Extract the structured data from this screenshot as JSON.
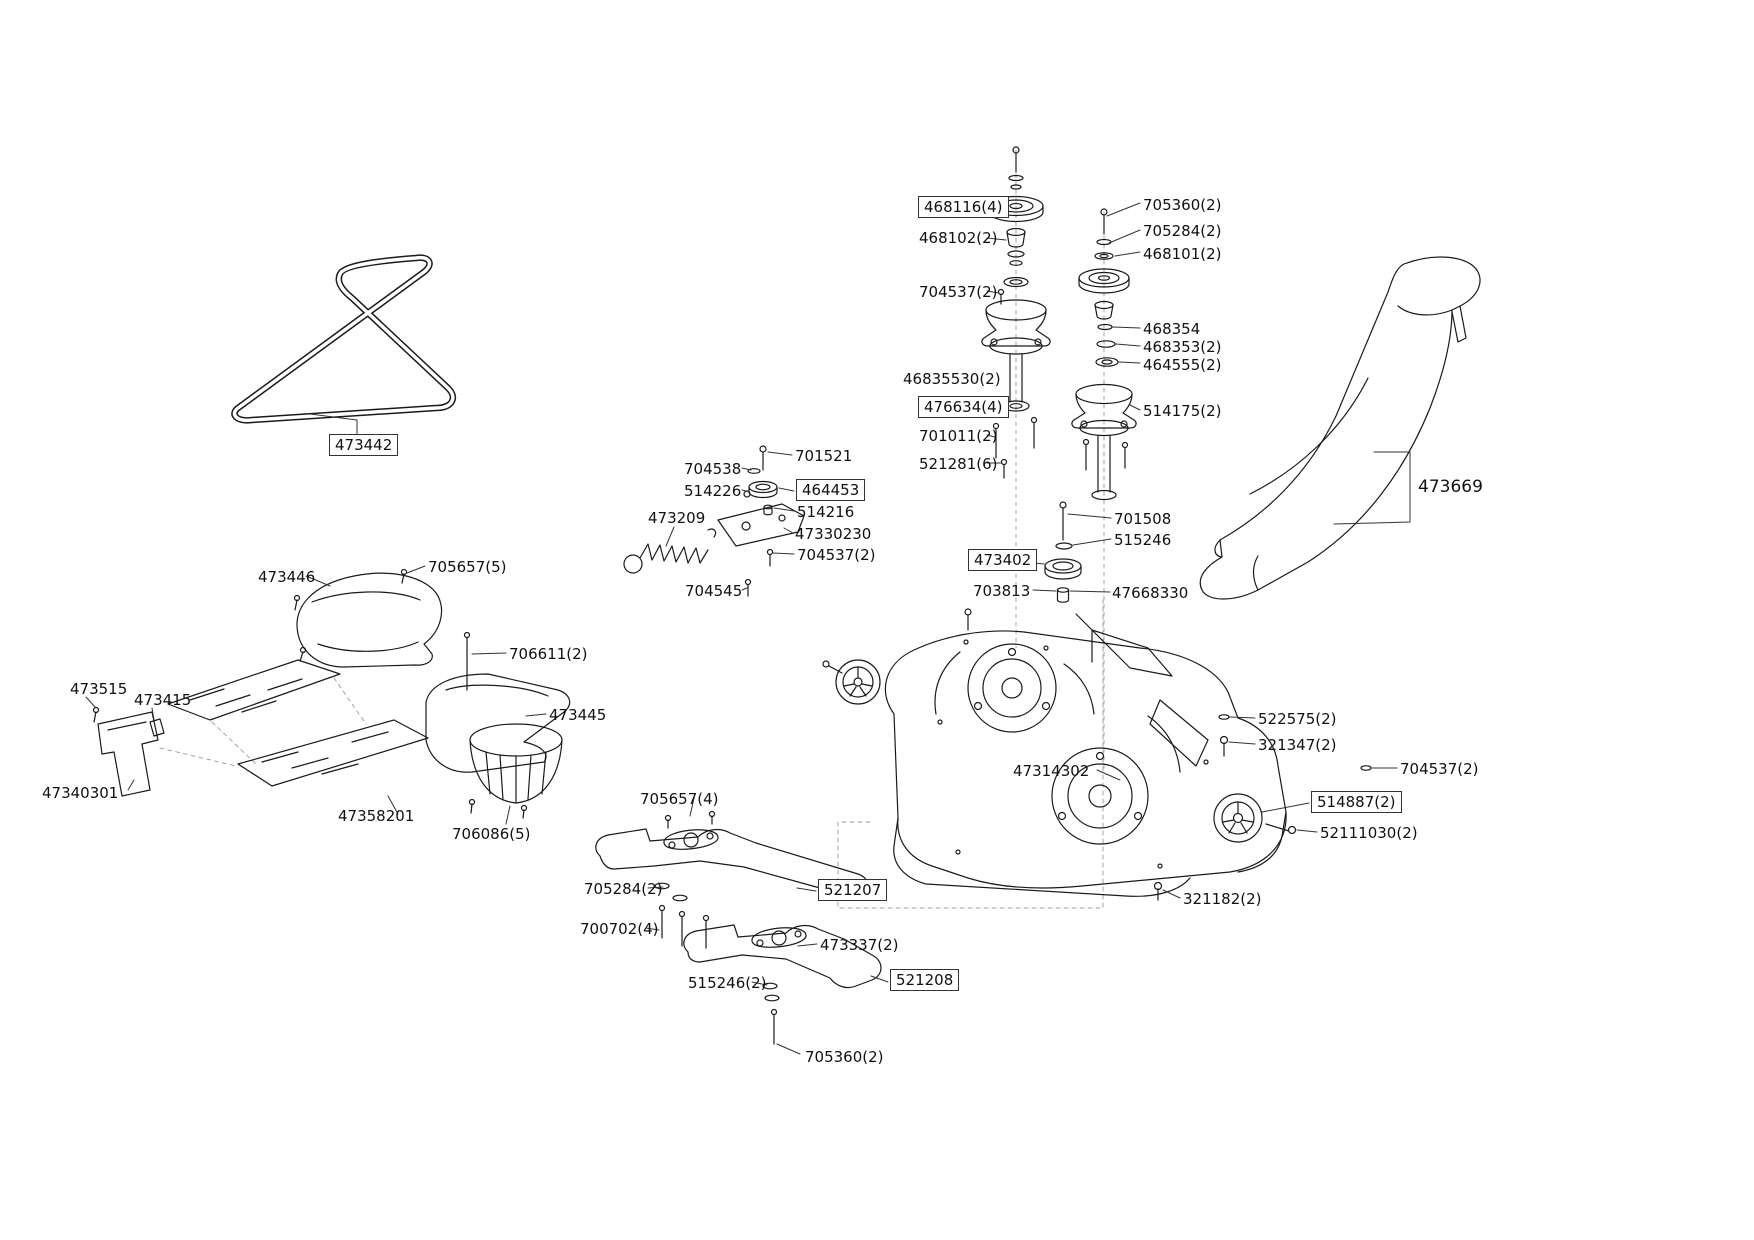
{
  "colors": {
    "background": "#ffffff",
    "line": "#1a1a1a",
    "label": "#111111",
    "leader": "#333333"
  },
  "diagram": {
    "kind": "exploded-parts-diagram",
    "subject": "mower-deck-assembly"
  },
  "labels": [
    {
      "text": "468116(4)",
      "boxed": true
    },
    {
      "text": "705360(2)",
      "boxed": false
    },
    {
      "text": "468102(2)",
      "boxed": false
    },
    {
      "text": "705284(2)",
      "boxed": false
    },
    {
      "text": "468101(2)",
      "boxed": false
    },
    {
      "text": "704537(2)",
      "boxed": false
    },
    {
      "text": "468354",
      "boxed": false
    },
    {
      "text": "468353(2)",
      "boxed": false
    },
    {
      "text": "464555(2)",
      "boxed": false
    },
    {
      "text": "46835530(2)",
      "boxed": false
    },
    {
      "text": "476634(4)",
      "boxed": true
    },
    {
      "text": "514175(2)",
      "boxed": false
    },
    {
      "text": "701011(2)",
      "boxed": false
    },
    {
      "text": "521281(6)",
      "boxed": false
    },
    {
      "text": "473442",
      "boxed": true
    },
    {
      "text": "701521",
      "boxed": false
    },
    {
      "text": "704538",
      "boxed": false
    },
    {
      "text": "514226",
      "boxed": false
    },
    {
      "text": "464453",
      "boxed": true
    },
    {
      "text": "514216",
      "boxed": false
    },
    {
      "text": "473209",
      "boxed": false
    },
    {
      "text": "47330230",
      "boxed": false
    },
    {
      "text": "704537(2)",
      "boxed": false
    },
    {
      "text": "701508",
      "boxed": false
    },
    {
      "text": "515246",
      "boxed": false
    },
    {
      "text": "473669",
      "boxed": false
    },
    {
      "text": "473402",
      "boxed": true
    },
    {
      "text": "704545",
      "boxed": false
    },
    {
      "text": "703813",
      "boxed": false
    },
    {
      "text": "47668330",
      "boxed": false
    },
    {
      "text": "473446",
      "boxed": false
    },
    {
      "text": "705657(5)",
      "boxed": false
    },
    {
      "text": "706611(2)",
      "boxed": false
    },
    {
      "text": "473515",
      "boxed": false
    },
    {
      "text": "473415",
      "boxed": false
    },
    {
      "text": "473445",
      "boxed": false
    },
    {
      "text": "522575(2)",
      "boxed": false
    },
    {
      "text": "321347(2)",
      "boxed": false
    },
    {
      "text": "704537(2)",
      "boxed": false
    },
    {
      "text": "47314302",
      "boxed": false
    },
    {
      "text": "47340301",
      "boxed": false
    },
    {
      "text": "514887(2)",
      "boxed": true
    },
    {
      "text": "705657(4)",
      "boxed": false
    },
    {
      "text": "47358201",
      "boxed": false
    },
    {
      "text": "52111030(2)",
      "boxed": false
    },
    {
      "text": "706086(5)",
      "boxed": false
    },
    {
      "text": "705284(2)",
      "boxed": false
    },
    {
      "text": "521207",
      "boxed": true
    },
    {
      "text": "321182(2)",
      "boxed": false
    },
    {
      "text": "700702(4)",
      "boxed": false
    },
    {
      "text": "473337(2)",
      "boxed": false
    },
    {
      "text": "515246(2)",
      "boxed": false
    },
    {
      "text": "521208",
      "boxed": true
    },
    {
      "text": "705360(2)",
      "boxed": false
    }
  ]
}
